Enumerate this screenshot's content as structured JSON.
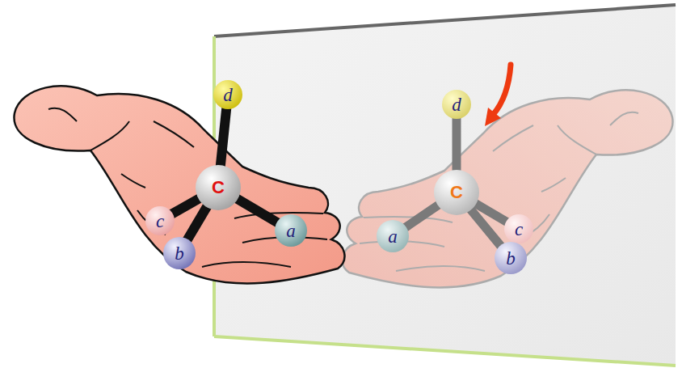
{
  "diagram": {
    "nodes": [
      {
        "text": [
          "C"
        ]
      },
      {
        "text": [
          "d"
        ]
      },
      {
        "text": [
          "c"
        ]
      },
      {
        "text": [
          "b"
        ]
      },
      {
        "text": [
          "a"
        ]
      },
      {
        "text": [
          "C"
        ]
      },
      {
        "text": [
          "d"
        ]
      },
      {
        "text": [
          "a"
        ]
      },
      {
        "text": [
          "c"
        ]
      },
      {
        "text": [
          "b"
        ]
      }
    ],
    "edges": [
      {
        "from": 0,
        "to": 1,
        "arrow": "none"
      },
      {
        "from": 0,
        "to": 2,
        "arrow": "none"
      },
      {
        "from": 0,
        "to": 3,
        "arrow": "none"
      },
      {
        "from": 0,
        "to": 4,
        "arrow": "none"
      },
      {
        "from": 5,
        "to": 6,
        "arrow": "none"
      },
      {
        "from": 5,
        "to": 7,
        "arrow": "none"
      },
      {
        "from": 5,
        "to": 8,
        "arrow": "none"
      },
      {
        "from": 5,
        "to": 9,
        "arrow": "none"
      }
    ]
  }
}
